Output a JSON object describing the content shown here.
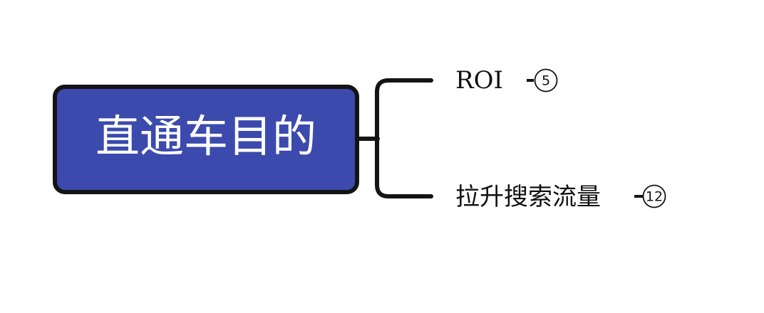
{
  "root": {
    "label": "直通车目的",
    "fill_color": "#3b4aac",
    "border_color": "#141414",
    "text_color": "#ffffff"
  },
  "branches": [
    {
      "label": "ROI",
      "count": "5"
    },
    {
      "label": "拉升搜索流量",
      "count": "12"
    }
  ],
  "colors": {
    "connector": "#141414",
    "branch_text": "#111111",
    "badge_stroke": "#141414",
    "background": "#ffffff"
  }
}
